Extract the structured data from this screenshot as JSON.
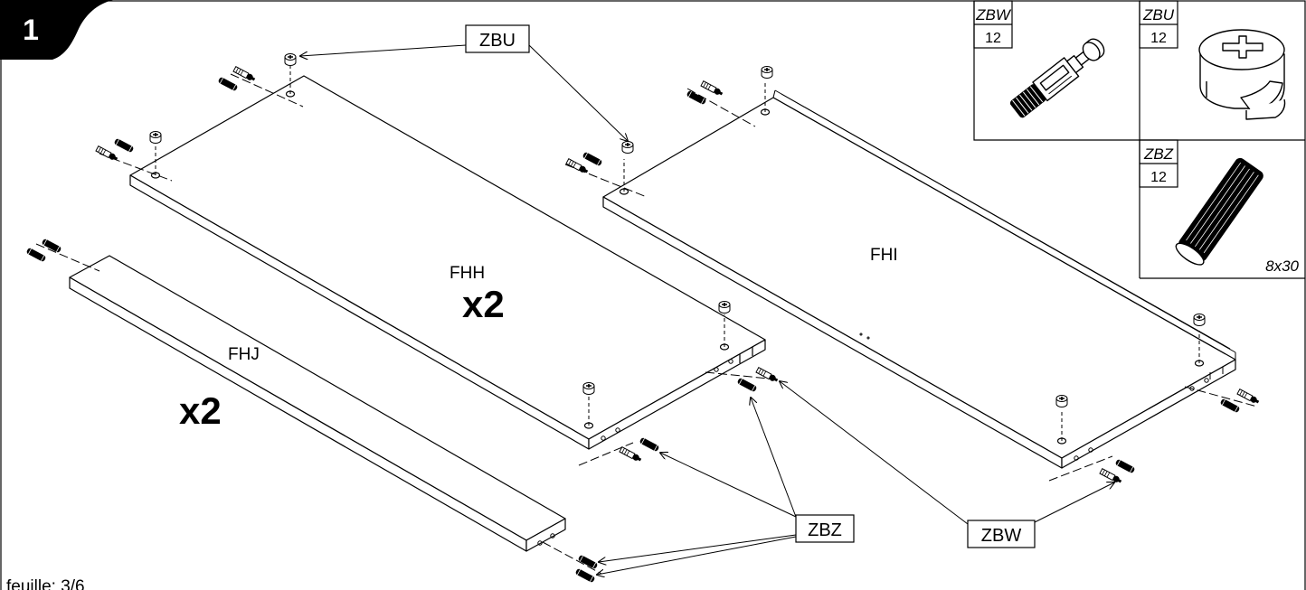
{
  "step": {
    "number": "1"
  },
  "parts": {
    "shelf_a": {
      "code": "FHH",
      "qty": "x2"
    },
    "shelf_b": {
      "code": "FHI"
    },
    "rail": {
      "code": "FHJ",
      "qty": "x2"
    }
  },
  "callouts": {
    "cam_lock": "ZBU",
    "dowel": "ZBZ",
    "cam_bolt": "ZBW"
  },
  "hardware_legend": [
    {
      "code": "ZBW",
      "qty": "12",
      "icon": "cam-bolt-icon"
    },
    {
      "code": "ZBU",
      "qty": "12",
      "icon": "cam-lock-icon"
    },
    {
      "code": "ZBZ",
      "qty": "12",
      "icon": "wooden-dowel-icon",
      "size": "8x30"
    }
  ],
  "footer": {
    "sheet": "feuille: 3/6"
  },
  "colors": {
    "ink": "#000000",
    "paper": "#ffffff"
  }
}
